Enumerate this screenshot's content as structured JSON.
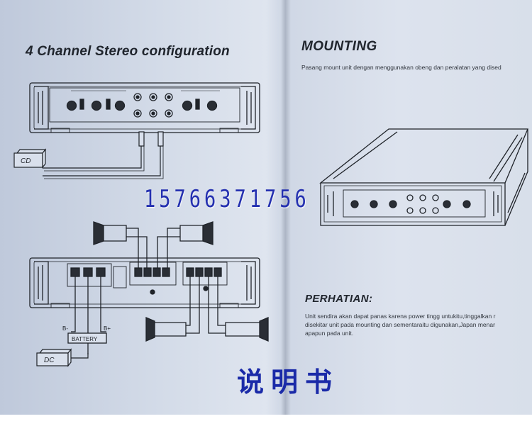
{
  "left_page": {
    "title": "4 Channel Stereo configuration",
    "cd_label": "CD",
    "battery_label": "BATTERY",
    "dc_label": "DC",
    "battery_minus": "B-",
    "battery_plus": "B+"
  },
  "right_page": {
    "mounting_title": "MOUNTING",
    "mounting_text": "Pasang mount unit dengan menggunakan obeng dan peralatan yang dised",
    "attention_title": "PERHATIAN:",
    "attention_lines": [
      "Unit sendira akan dapat panas karena power tingg untukitu,tinggalkan r",
      "disekitar unit pada mounting dan sementaraitu digunakan,Japan menar",
      "apapun pada unit."
    ]
  },
  "overlay": {
    "phone_number": "15766371756",
    "caption": "说明书"
  },
  "colors": {
    "paper": "#d9e0ec",
    "ink": "#1f2329",
    "watermark_blue": "#2430b0",
    "caption_blue": "#1a2aa8"
  }
}
